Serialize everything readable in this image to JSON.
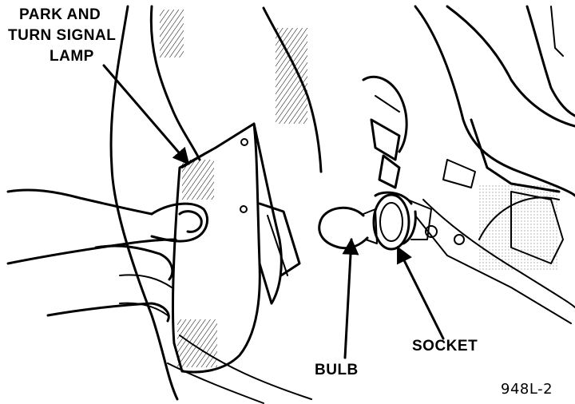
{
  "diagram": {
    "labels": {
      "park_turn_lamp": [
        "PARK AND",
        "TURN SIGNAL",
        "LAMP"
      ],
      "bulb": "BULB",
      "socket": "SOCKET"
    },
    "figure_id": "948L-2"
  }
}
